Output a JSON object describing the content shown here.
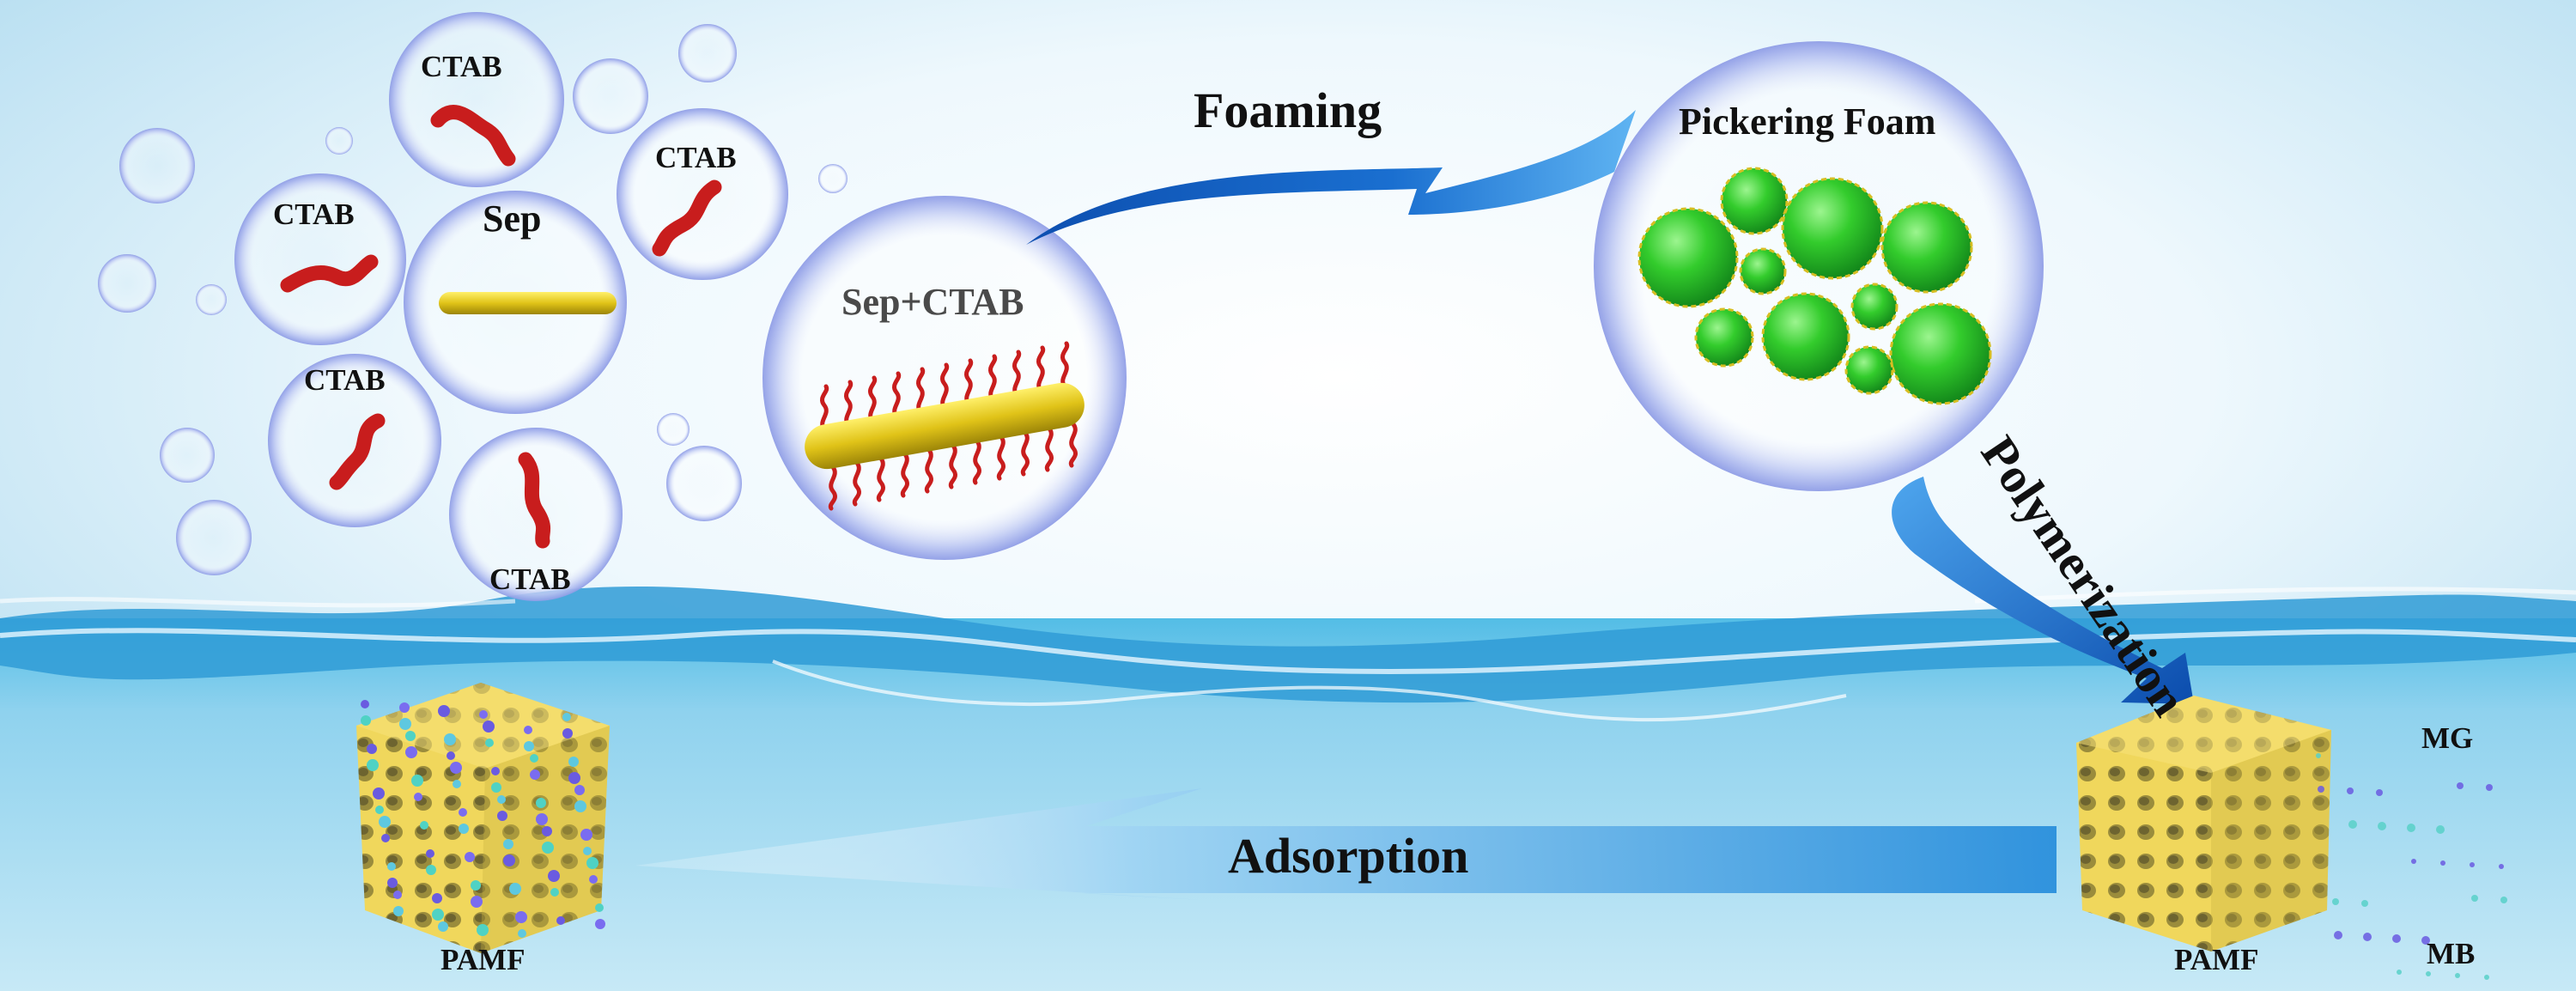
{
  "bubbles": {
    "ctab_top": "CTAB",
    "ctab_right": "CTAB",
    "ctab_left": "CTAB",
    "ctab_lower_left": "CTAB",
    "ctab_bottom": "CTAB",
    "sep": "Sep",
    "sep_ctab": "Sep+CTAB",
    "pickering_foam": "Pickering Foam"
  },
  "steps": {
    "foaming": "Foaming",
    "polymerization": "Polymerization",
    "adsorption": "Adsorption"
  },
  "products": {
    "pamf_left": "PAMF",
    "pamf_right": "PAMF"
  },
  "pollutants": {
    "mg": "MG",
    "mb": "MB"
  },
  "colors": {
    "sky": "#ffffff",
    "water": "#4fb7e0",
    "arrow_blue": "#1566c4",
    "ctab_red": "#cc1f1f",
    "sep_yellow": "#e6cc1a",
    "foam_green": "#2fbf2a",
    "foam_yellow": "#f3e07a"
  }
}
